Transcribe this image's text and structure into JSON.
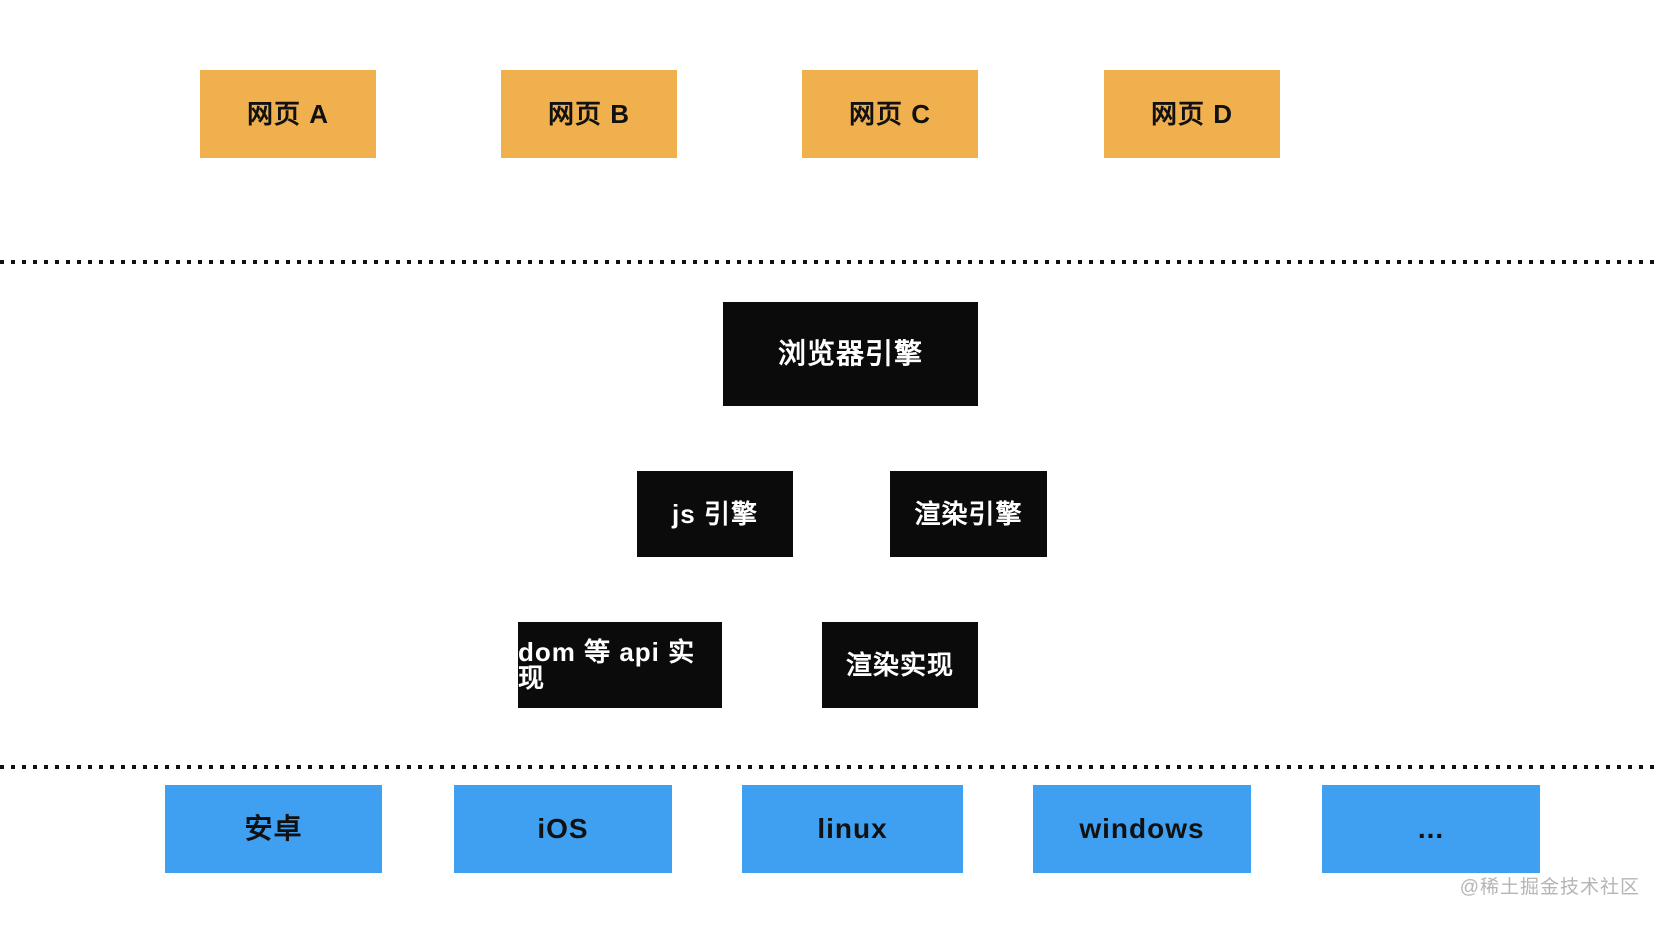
{
  "colors": {
    "webpage_box": "#F0B04E",
    "engine_box": "#0B0B0B",
    "platform_box": "#3FA0F1",
    "dotted_line": "#111111",
    "watermark_text": "#B5B5B5",
    "background": "#FFFFFF"
  },
  "webpages": [
    {
      "label": "网页 A"
    },
    {
      "label": "网页 B"
    },
    {
      "label": "网页 C"
    },
    {
      "label": "网页 D"
    }
  ],
  "engine": {
    "browser_engine_label": "浏览器引擎",
    "js_engine_label": "js 引擎",
    "render_engine_label": "渲染引擎",
    "dom_api_label": "dom 等 api 实现",
    "render_impl_label": "渲染实现"
  },
  "platforms": [
    {
      "label": "安卓"
    },
    {
      "label": "iOS"
    },
    {
      "label": "linux"
    },
    {
      "label": "windows"
    },
    {
      "label": "..."
    }
  ],
  "watermark": "@稀土掘金技术社区"
}
